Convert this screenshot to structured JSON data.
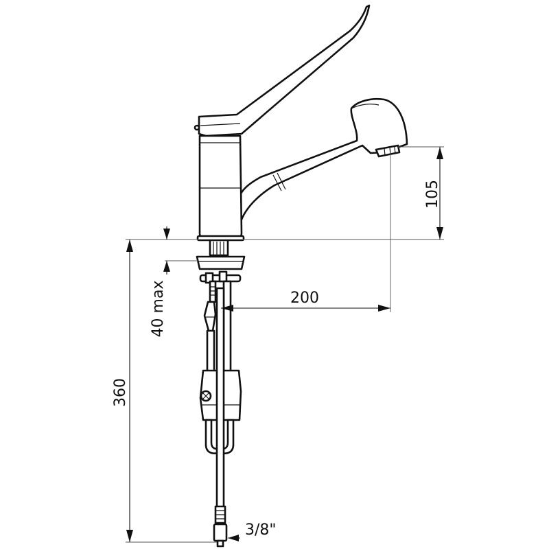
{
  "dimensions": {
    "spout_height": "105",
    "reach": "200",
    "deck_thickness": "40 max",
    "total_height": "360",
    "connection": "3/8\""
  }
}
